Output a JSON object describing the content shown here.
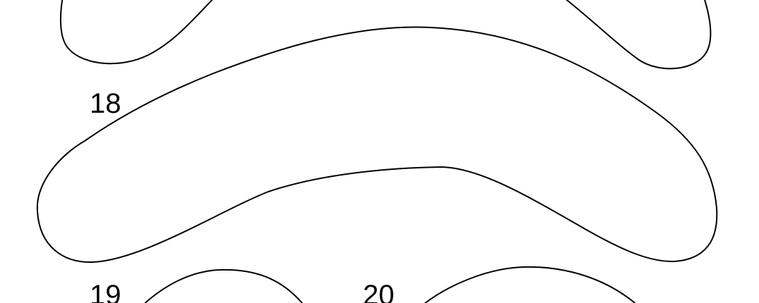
{
  "labels": {
    "piece_18": "18",
    "piece_19": "19",
    "piece_20": "20"
  },
  "colors": {
    "background": "#ffffff",
    "outline": "#000000"
  }
}
